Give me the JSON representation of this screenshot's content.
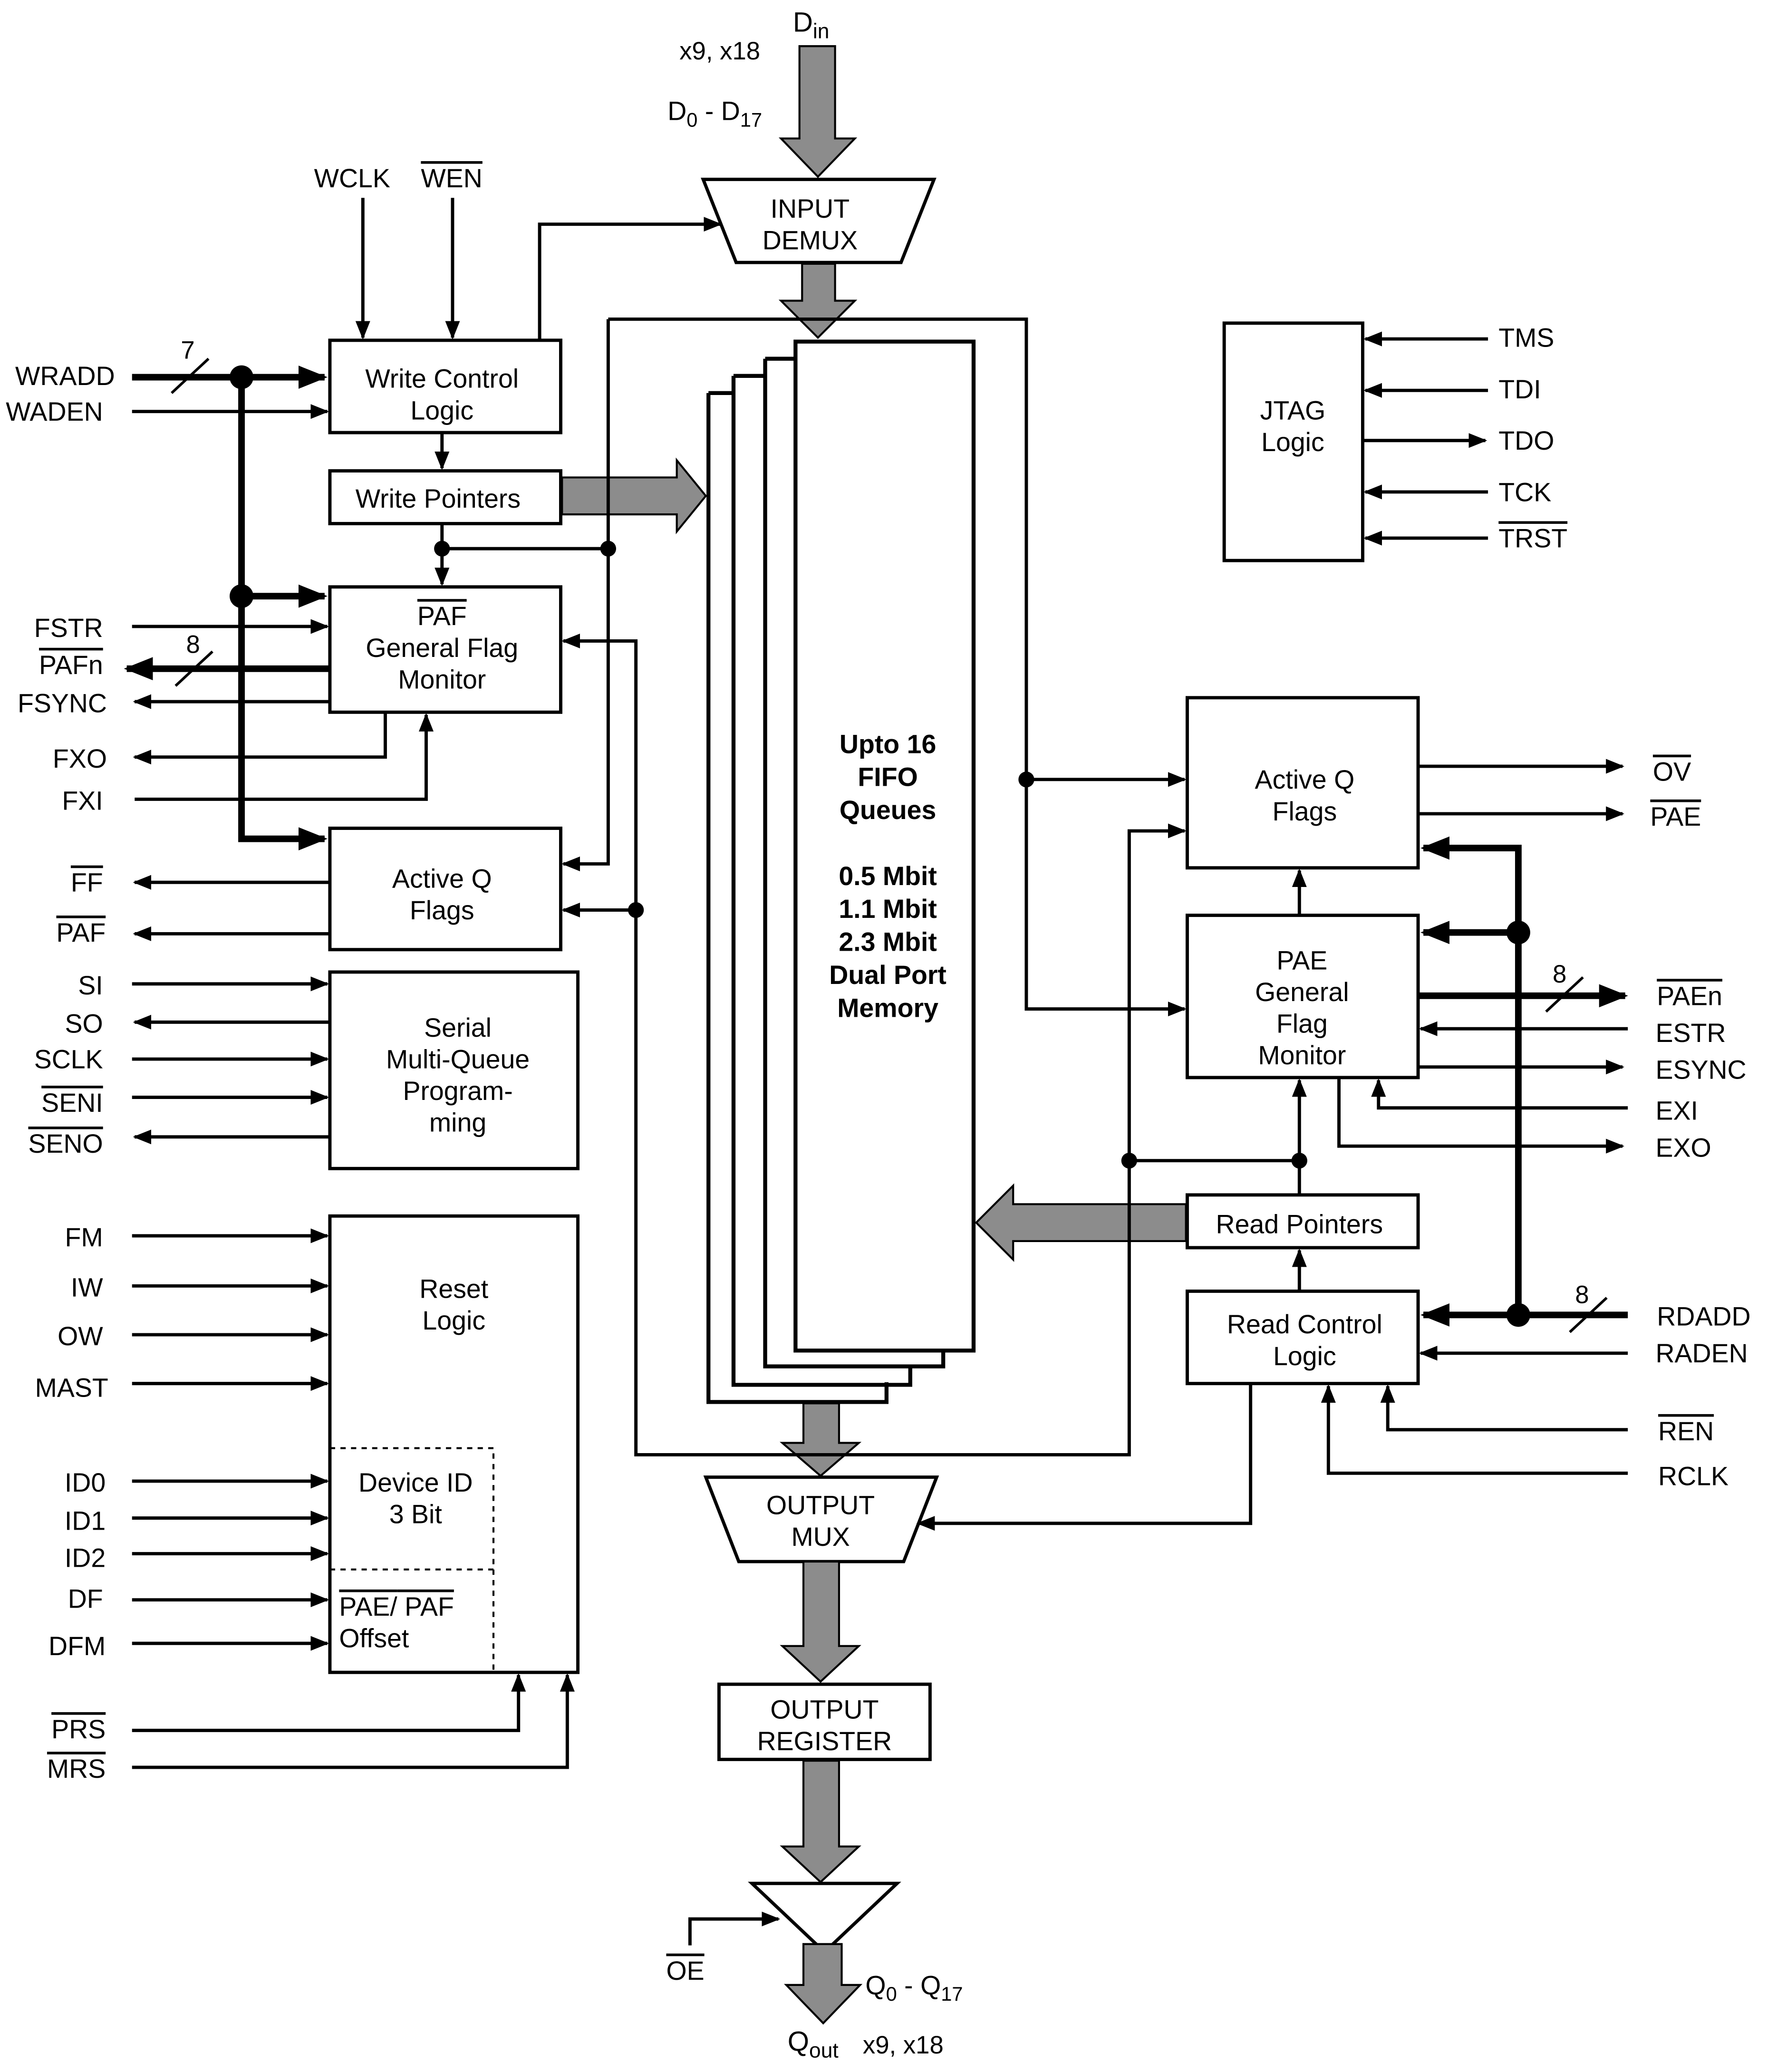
{
  "blocks": {
    "write_control": [
      "Write Control",
      "Logic"
    ],
    "write_pointers": [
      "Write Pointers"
    ],
    "paf_monitor": [
      "PAF",
      "General Flag",
      "Monitor"
    ],
    "active_q_left": [
      "Active Q",
      "Flags"
    ],
    "serial": [
      "Serial",
      "Multi-Queue",
      "Program-",
      "ming"
    ],
    "reset": [
      "Reset",
      "Logic"
    ],
    "device_id": [
      "Device ID",
      "3 Bit"
    ],
    "offset": [
      "PAE/ PAF",
      "Offset"
    ],
    "input_demux": [
      "INPUT",
      "DEMUX"
    ],
    "memory": [
      "Upto 16",
      "FIFO",
      "Queues",
      "",
      "0.5 Mbit",
      "1.1 Mbit",
      "2.3 Mbit",
      "Dual Port",
      "Memory"
    ],
    "output_mux": [
      "OUTPUT",
      "MUX"
    ],
    "output_register": [
      "OUTPUT",
      "REGISTER"
    ],
    "jtag": [
      "JTAG",
      "Logic"
    ],
    "active_q_right": [
      "Active Q",
      "Flags"
    ],
    "pae_monitor": [
      "PAE",
      "General",
      "Flag",
      "Monitor"
    ],
    "read_pointers": [
      "Read Pointers"
    ],
    "read_control": [
      "Read Control",
      "Logic"
    ]
  },
  "signals": {
    "din": "D",
    "din_sub": "in",
    "din_width": "x9, x18",
    "d_range_a": "D",
    "d_range_a_sub": "0",
    "d_range_mid": " - D",
    "d_range_b_sub": "17",
    "wclk": "WCLK",
    "wen": "WEN",
    "wradd": "WRADD",
    "waden": "WADEN",
    "fstr": "FSTR",
    "pafn": "PAFn",
    "fsync": "FSYNC",
    "fxo": "FXO",
    "fxi": "FXI",
    "ff": "FF",
    "paf": "PAF",
    "si": "SI",
    "so": "SO",
    "sclk": "SCLK",
    "seni": "SENI",
    "seno": "SENO",
    "fm": "FM",
    "iw": "IW",
    "ow": "OW",
    "mast": "MAST",
    "id0": "ID0",
    "id1": "ID1",
    "id2": "ID2",
    "df": "DF",
    "dfm": "DFM",
    "prs": "PRS",
    "mrs": "MRS",
    "tms": "TMS",
    "tdi": "TDI",
    "tdo": "TDO",
    "tck": "TCK",
    "trst": "TRST",
    "ov": "OV",
    "pae": "PAE",
    "paen": "PAEn",
    "estr": "ESTR",
    "esync": "ESYNC",
    "exi": "EXI",
    "exo": "EXO",
    "rdadd": "RDADD",
    "raden": "RADEN",
    "ren": "REN",
    "rclk": "RCLK",
    "oe": "OE",
    "q_range_a": "Q",
    "q_range_a_sub": "0",
    "q_range_mid": " - Q",
    "q_range_b_sub": "17",
    "qout": "Q",
    "qout_sub": "out",
    "qout_width": "x9, x18",
    "bus_wradd": "7",
    "bus_pafn": "8",
    "bus_paen": "8",
    "bus_rdadd": "8"
  }
}
